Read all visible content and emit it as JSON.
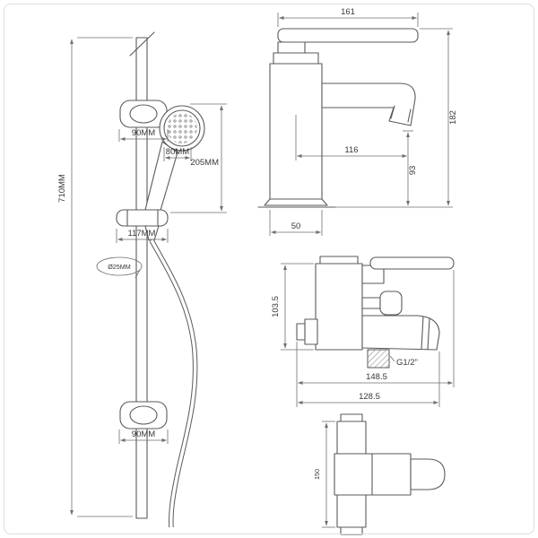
{
  "drawing": {
    "background": "#ffffff",
    "line_color": "#5a5a5a",
    "text_color": "#383838",
    "subject": "Shower rail set, basin mixer and bath mixer dimensional drawings"
  },
  "shower_rail": {
    "top_bracket_width": "90MM",
    "head_diameter": "80MM",
    "head_to_holder_length": "205MM",
    "rail_length": "710MM",
    "holder_width": "117MM",
    "rail_diameter": "Ø25MM",
    "bottom_bracket_width": "90MM"
  },
  "basin_mixer": {
    "overall_width": "161",
    "overall_height": "182",
    "spout_reach": "116",
    "spout_outlet_height": "93",
    "body_width": "50"
  },
  "bath_mixer": {
    "body_height": "103.5",
    "hose_outlet_thread": "G1/2\"",
    "overall_depth": "148.5",
    "spout_depth": "128.5"
  },
  "bath_mixer_top_view": {
    "body_length": "150"
  }
}
